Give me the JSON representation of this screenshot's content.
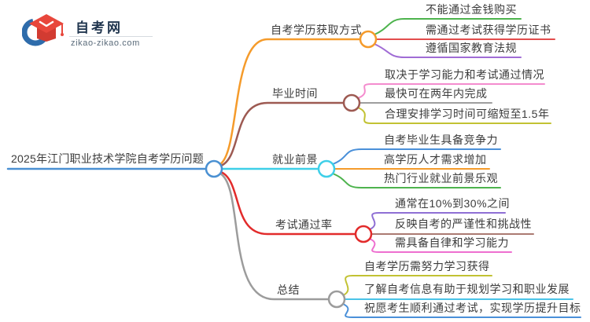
{
  "logo": {
    "site_name": "自考网",
    "site_url": "zikao-zikao.com",
    "icon": "graduation-cap-icon",
    "crescent_color": "#2e6cab",
    "cap_color": "#e8473c",
    "cap_base_color": "#d23b31"
  },
  "root": {
    "label": "2025年江门职业技术学院自考学历问题",
    "color": "#4a90d2"
  },
  "branches": [
    {
      "label": "自考学历获取方式",
      "color": "#f59b2b",
      "children": [
        {
          "label": "不能通过金钱购买",
          "color": "#4db34d"
        },
        {
          "label": "需通过考试获得学历证书",
          "color": "#e24c4c"
        },
        {
          "label": "遵循国家教育法规",
          "color": "#a06cd5"
        }
      ]
    },
    {
      "label": "毕业时间",
      "color": "#9d5a52",
      "children": [
        {
          "label": "取决于学习能力和考试通过情况",
          "color": "#f48cce"
        },
        {
          "label": "最快可在两年内完成",
          "color": "#9e9e9e"
        },
        {
          "label": "合理安排学习时间可缩短至1.5年",
          "color": "#c2c233"
        }
      ]
    },
    {
      "label": "就业前景",
      "color": "#3ecfe8",
      "children": [
        {
          "label": "自考毕业生具备竞争力",
          "color": "#4a90d9"
        },
        {
          "label": "高学历人才需求增加",
          "color": "#f59b2b"
        },
        {
          "label": "热门行业就业前景乐观",
          "color": "#4db34d"
        }
      ]
    },
    {
      "label": "考试通过率",
      "color": "#e22b2b",
      "children": [
        {
          "label": "通常在10%到30%之间",
          "color": "#8f6fd4"
        },
        {
          "label": "反映自考的严谨性和挑战性",
          "color": "#ab7a72"
        },
        {
          "label": "需具备自律和学习能力",
          "color": "#ee6fd0"
        }
      ]
    },
    {
      "label": "总结",
      "color": "#9c9c9c",
      "children": [
        {
          "label": "自考学历需努力学习获得",
          "color": "#c2c233"
        },
        {
          "label": "了解自考信息有助于规划学习和职业发展",
          "color": "#4ac4e8"
        },
        {
          "label": "祝愿考生顺利通过考试，实现学历提升目标",
          "color": "#4a90d9"
        }
      ]
    }
  ]
}
